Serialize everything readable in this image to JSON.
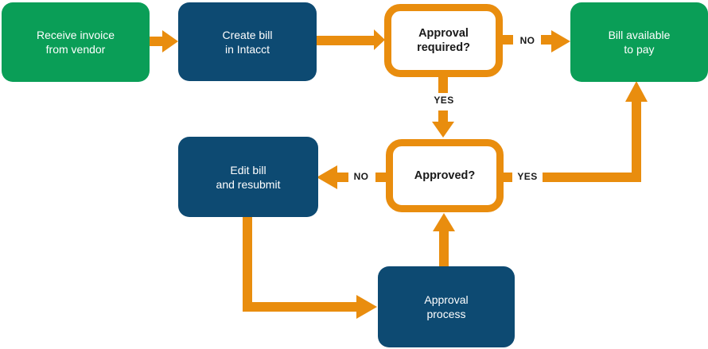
{
  "colors": {
    "green": "#0A9E57",
    "blue": "#0D4A72",
    "orange": "#E98D0E",
    "ink": "#1A1A1A",
    "paper": "#FFFFFF"
  },
  "nodes": {
    "receive_invoice": {
      "label": "Receive invoice\nfrom vendor",
      "kind": "start"
    },
    "create_bill": {
      "label": "Create bill\nin Intacct",
      "kind": "process"
    },
    "approval_required": {
      "label": "Approval\nrequired?",
      "kind": "decision"
    },
    "bill_available": {
      "label": "Bill available\nto pay",
      "kind": "end"
    },
    "edit_bill": {
      "label": "Edit bill\nand resubmit",
      "kind": "process"
    },
    "approved": {
      "label": "Approved?",
      "kind": "decision"
    },
    "approval_process": {
      "label": "Approval\nprocess",
      "kind": "process"
    }
  },
  "edges": {
    "approval_required_no": "NO",
    "approval_required_yes": "YES",
    "approved_no": "NO",
    "approved_yes": "YES"
  }
}
